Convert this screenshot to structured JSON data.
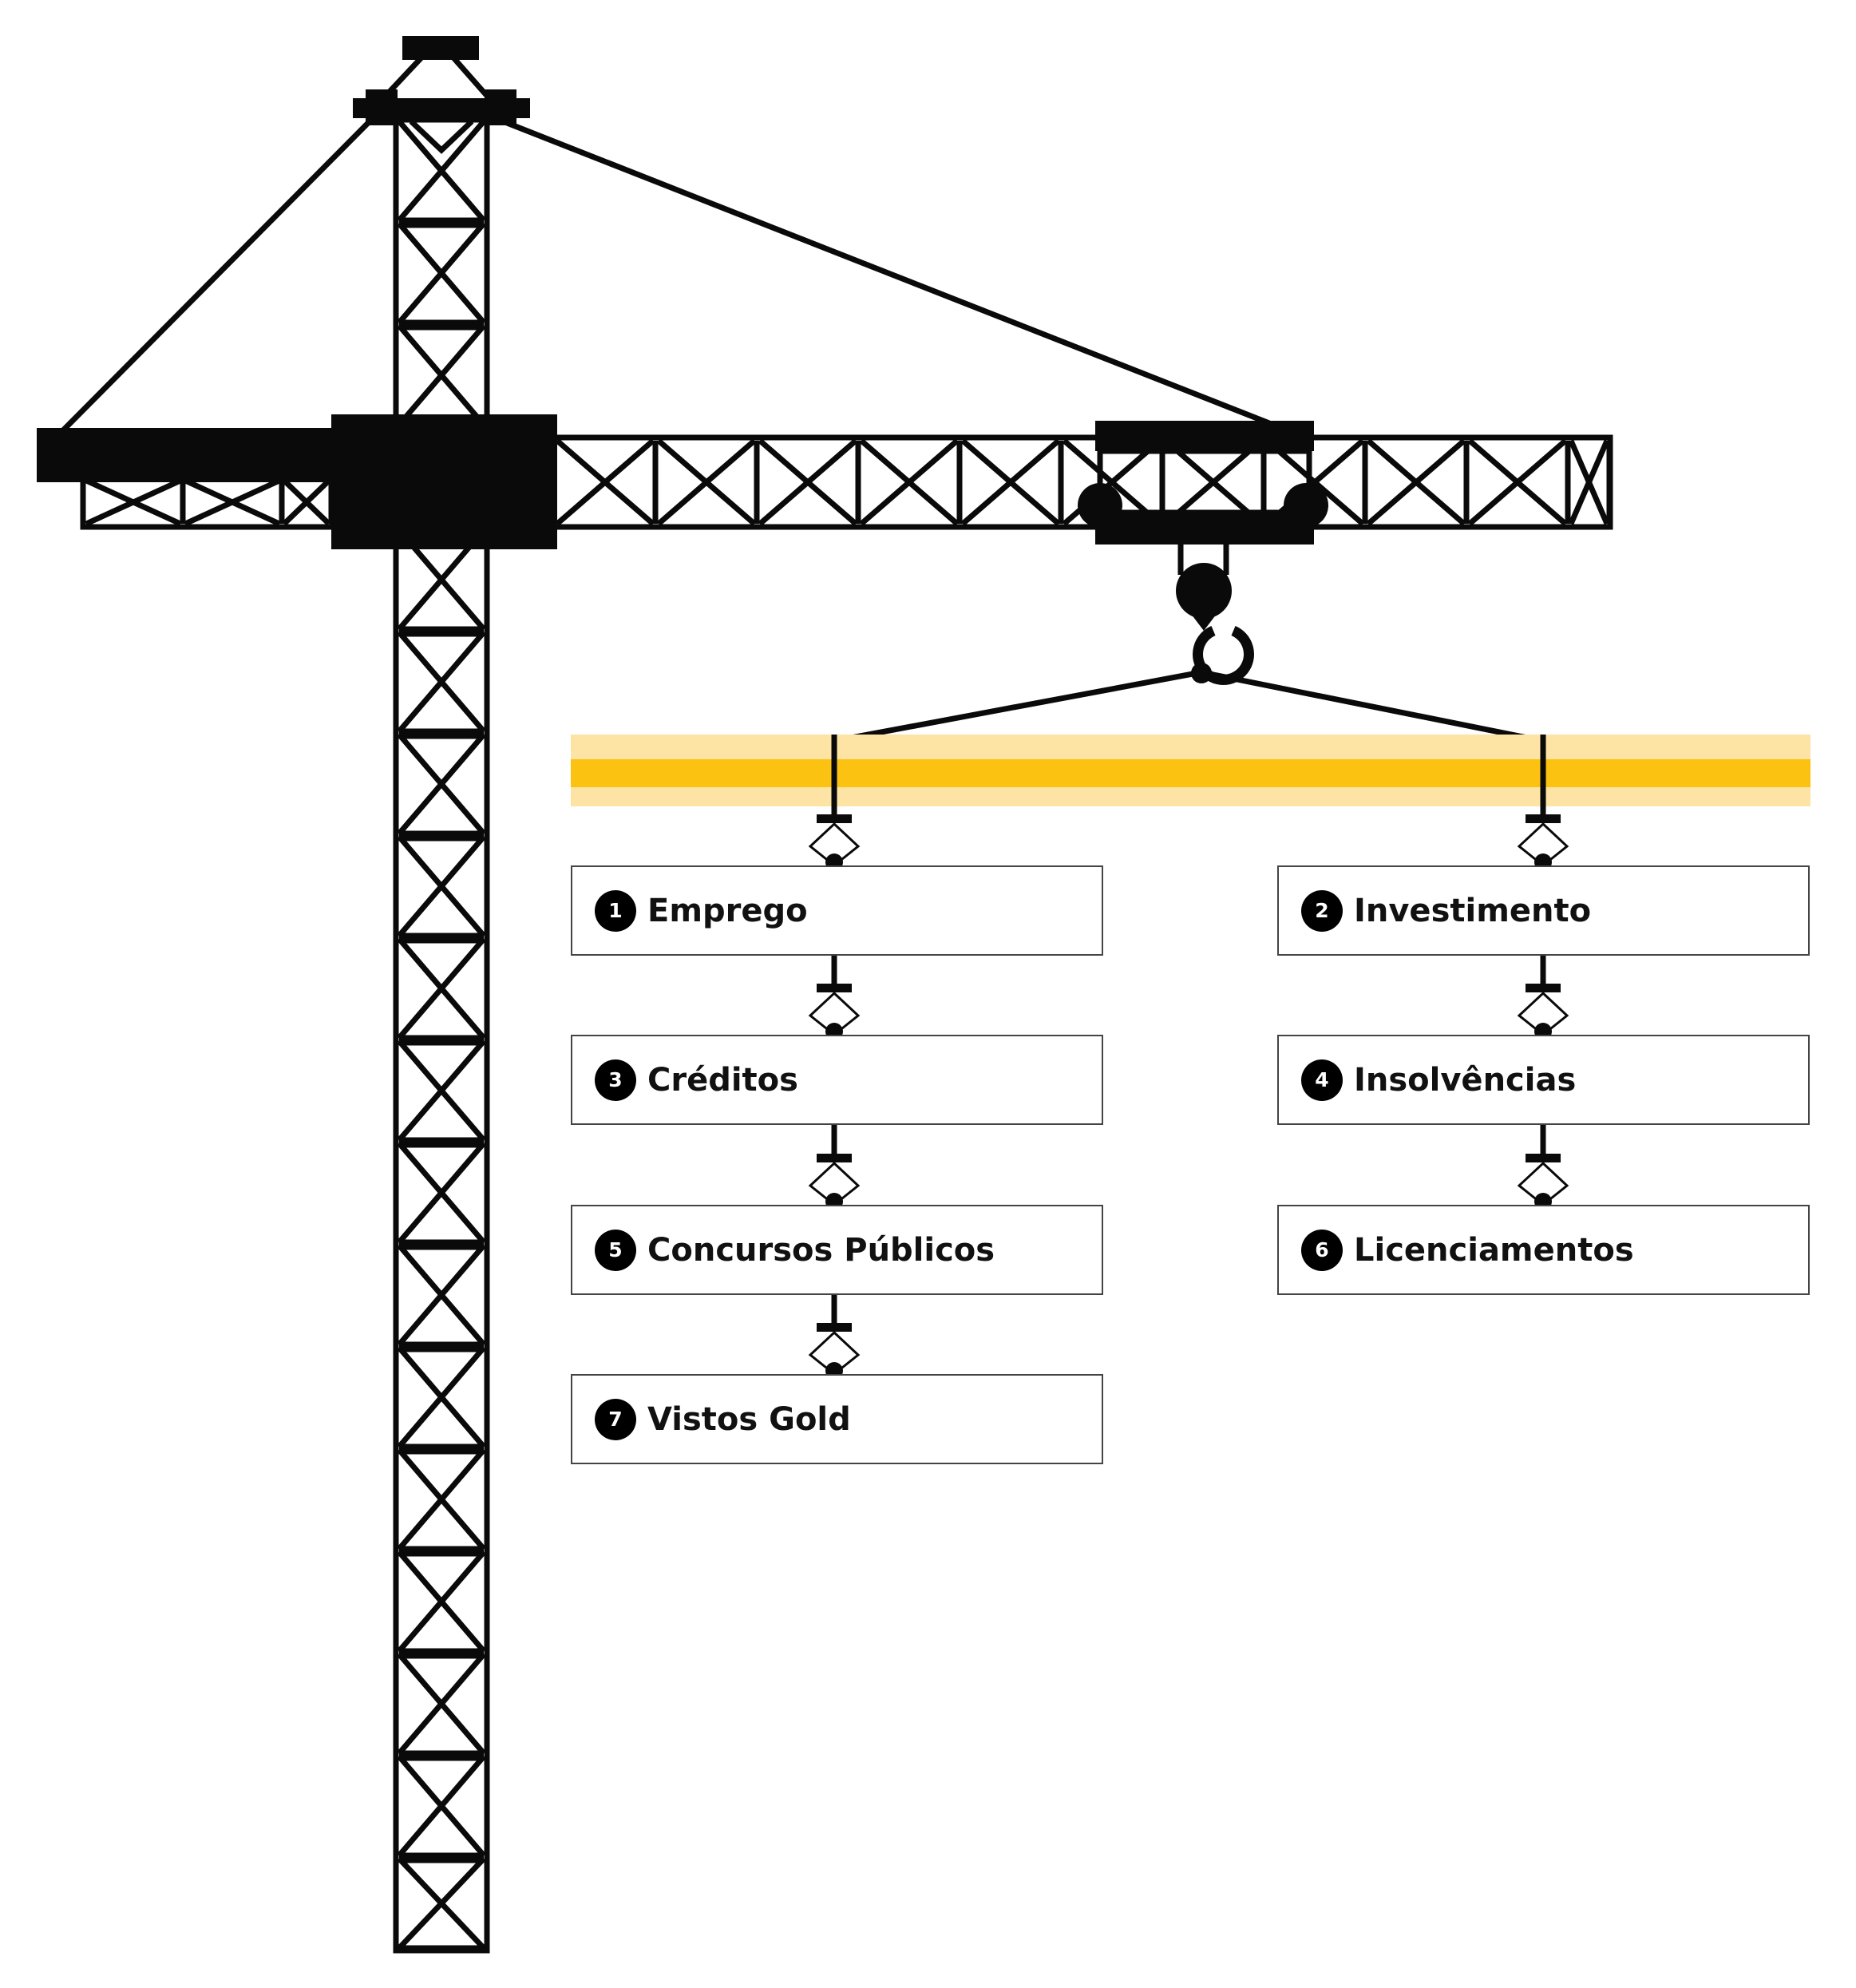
{
  "diagram": {
    "colors": {
      "structure": "#0a0a0a",
      "beam_core": "#fcc211",
      "beam_glow": "#fde4a4"
    },
    "items": [
      {
        "number": "1",
        "label": "Emprego"
      },
      {
        "number": "2",
        "label": "Investimento"
      },
      {
        "number": "3",
        "label": "Créditos"
      },
      {
        "number": "4",
        "label": "Insolvências"
      },
      {
        "number": "5",
        "label": "Concursos Públicos"
      },
      {
        "number": "6",
        "label": "Licenciamentos"
      },
      {
        "number": "7",
        "label": "Vistos Gold"
      }
    ]
  }
}
